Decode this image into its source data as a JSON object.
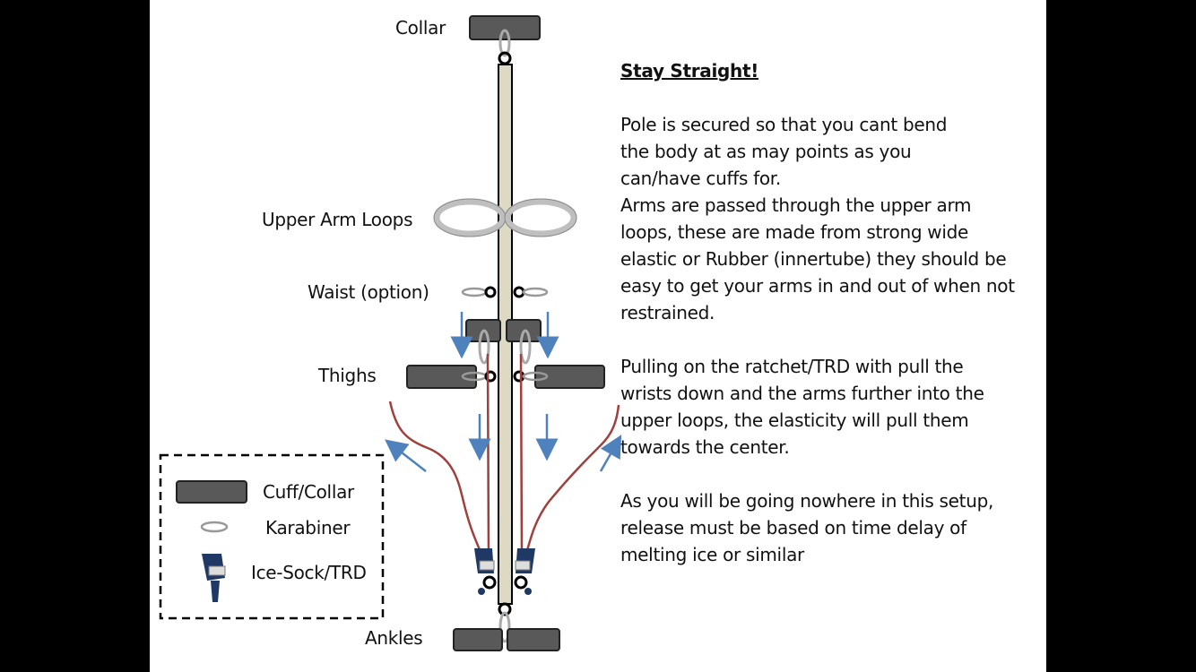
{
  "diagram": {
    "labels": {
      "collar": "Collar",
      "upper_arm_loops": "Upper Arm Loops",
      "waist": "Waist (option)",
      "thighs": "Thighs",
      "ankles": "Ankles"
    },
    "legend": {
      "items": [
        {
          "icon": "cuff-icon",
          "label": "Cuff/Collar"
        },
        {
          "icon": "karabiner-icon",
          "label": "Karabiner"
        },
        {
          "icon": "ice-sock-icon",
          "label": "Ice-Sock/TRD"
        }
      ]
    },
    "colors": {
      "pole": "#ddd9c3",
      "cuff": "#595959",
      "loop": "#bfbfbf",
      "rope": "#c0504d",
      "arrow": "#4f81bd",
      "trd": "#1f3864"
    }
  },
  "text": {
    "heading": "Stay Straight!",
    "para1_lines": [
      "Pole is secured so that you cant bend",
      "the body at as may points as you",
      "can/have cuffs for.",
      "Arms are passed through the upper arm",
      "loops, these are made from strong wide",
      "elastic or Rubber (innertube) they should be",
      "easy to get your arms in and out of when not",
      "restrained."
    ],
    "para2_lines": [
      "Pulling on the ratchet/TRD with pull the",
      "wrists down and the arms further into the",
      "upper loops, the elasticity will pull them",
      "towards the center."
    ],
    "para3_lines": [
      "As you will be going nowhere in this setup,",
      "release must be based on time delay of",
      "melting ice or similar"
    ]
  }
}
